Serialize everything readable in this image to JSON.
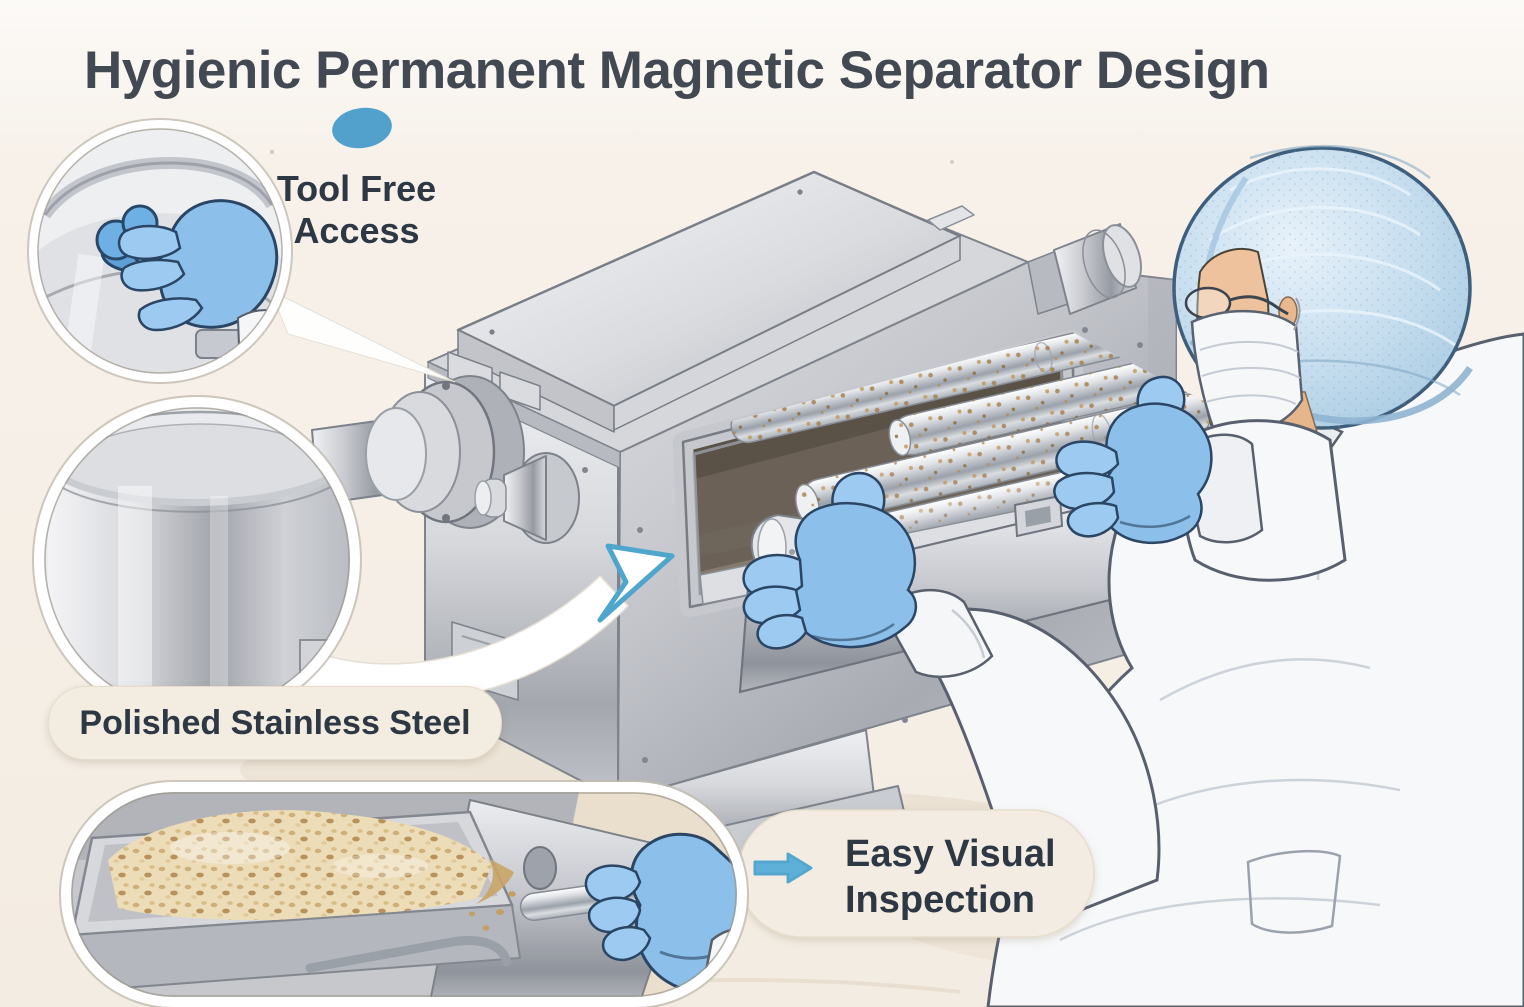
{
  "title": "Hygienic Permanent Magnetic Separator Design",
  "callouts": {
    "tool_free_access": {
      "line1": "Tool Free",
      "line2": "Access"
    },
    "polished_stainless_steel": {
      "label": "Polished Stainless Steel"
    },
    "easy_visual_inspection": {
      "line1": "Easy Visual",
      "line2": "Inspection"
    }
  },
  "icons": {
    "inspection_arrow": "right-arrow"
  },
  "colors": {
    "background": "#F6F0E9",
    "title_text": "#434952",
    "label_text": "#2E3744",
    "pill_background": "#F2ECE1",
    "accent_blue": "#5FB0D8",
    "glove_blue": "#8CC0EA",
    "hairnet_blue": "#BCD8EC",
    "steel_light": "#EDEFF2",
    "steel_dark": "#9A9DA6",
    "grain": "#E8D9B6"
  },
  "illustration": {
    "machine": "permanent-magnetic-separator",
    "drawer": "magnetic-rod-drawer-pulled-out",
    "rods": "magnetic-rods-with-captured-particles",
    "operator": "operator-in-hygienic-ppe",
    "ppe": [
      "hairnet",
      "safety-glasses",
      "face-mask",
      "nitrile-gloves",
      "lab-coat"
    ],
    "callout_circle_1": "gloved-hand-operating-tool-free-clamp",
    "callout_circle_2": "polished-stainless-steel-vessel",
    "callout_capsule_3": "grain-tray-and-rod-visual-inspection"
  }
}
